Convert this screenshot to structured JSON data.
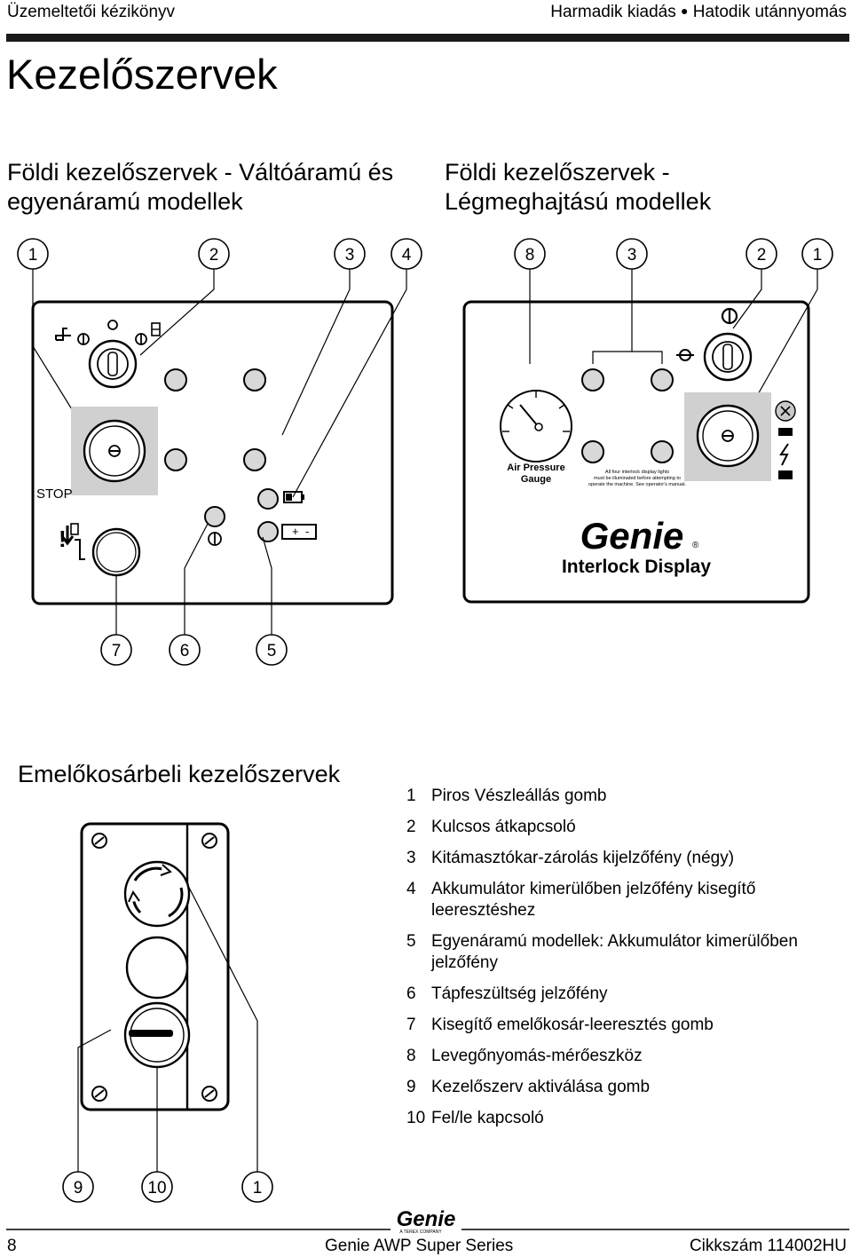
{
  "header": {
    "left": "Üzemeltetői kézikönyv",
    "right_a": "Harmadik kiadás",
    "right_b": "Hatodik utánnyomás"
  },
  "page_title": "Kezelőszervek",
  "sections": {
    "ground_ac_dc": "Földi kezelőszervek - Váltóáramú és egyenáramú modellek",
    "ground_air": "Földi kezelőszervek - Légmeghajtású modellek",
    "basket": "Emelőkosárbeli kezelőszervek"
  },
  "panel_left": {
    "stop_label": "STOP",
    "callouts_top": [
      "1",
      "2",
      "3",
      "4"
    ],
    "callouts_bottom": [
      "7",
      "6",
      "5"
    ],
    "battery_plus": "+",
    "battery_minus": "-"
  },
  "panel_right": {
    "callouts_top": [
      "8",
      "3",
      "2",
      "1"
    ],
    "gauge_label_1": "Air Pressure",
    "gauge_label_2": "Gauge",
    "note_1": "All four interlock display lights",
    "note_2": "must be illuminated before attempting to",
    "note_3": "operate the machine. See operator's manual.",
    "brand": "Genie",
    "registered": "®",
    "display_label": "Interlock Display"
  },
  "basket_panel": {
    "callouts": [
      "9",
      "10",
      "1"
    ]
  },
  "legend": [
    {
      "num": "1",
      "text": "Piros Vészleállás gomb"
    },
    {
      "num": "2",
      "text": "Kulcsos átkapcsoló"
    },
    {
      "num": "3",
      "text": "Kitámasztókar-zárolás kijelzőfény (négy)"
    },
    {
      "num": "4",
      "text": "Akkumulátor kimerülőben jelzőfény kisegítő leeresztéshez"
    },
    {
      "num": "5",
      "text": "Egyenáramú modellek: Akkumulátor kimerülőben jelzőfény"
    },
    {
      "num": "6",
      "text": "Tápfeszültség jelzőfény"
    },
    {
      "num": "7",
      "text": "Kisegítő emelőkosár-leeresztés gomb"
    },
    {
      "num": "8",
      "text": "Levegőnyomás-mérőeszköz"
    },
    {
      "num": "9",
      "text": "Kezelőszerv aktiválása gomb"
    },
    {
      "num": "10",
      "text": "Fel/le kapcsoló"
    }
  ],
  "footer": {
    "page_number": "8",
    "series": "Genie AWP Super Series",
    "logo_text": "Genie",
    "logo_tagline": "A TEREX COMPANY",
    "part_number": "Cikkszám 114002HU"
  }
}
